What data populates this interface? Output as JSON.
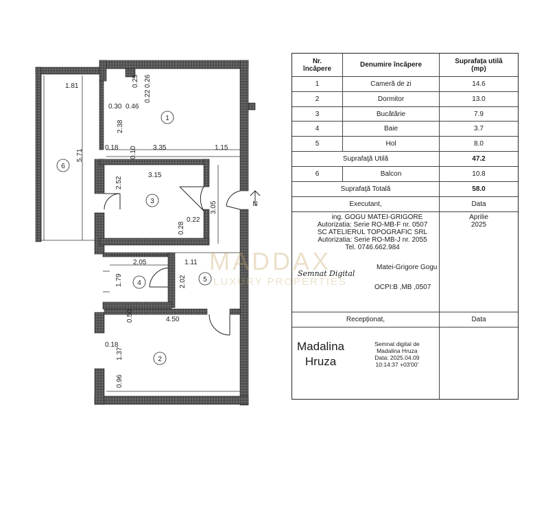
{
  "table": {
    "header": {
      "nr": "Nr.\nîncăpere",
      "name": "Denumire încăpere",
      "area": "Suprafața utilă\n(mp)"
    },
    "rooms": [
      {
        "nr": "1",
        "name": "Cameră de zi",
        "area": "14.6"
      },
      {
        "nr": "2",
        "name": "Dormitor",
        "area": "13.0"
      },
      {
        "nr": "3",
        "name": "Bucătărie",
        "area": "7.9"
      },
      {
        "nr": "4",
        "name": "Baie",
        "area": "3.7"
      },
      {
        "nr": "5",
        "name": "Hol",
        "area": "8.0"
      }
    ],
    "useful_label": "Suprafaţă Utilă",
    "useful_value": "47.2",
    "balcony": {
      "nr": "6",
      "name": "Balcon",
      "area": "10.8"
    },
    "total_label": "Suprafaţă Totală",
    "total_value": "58.0",
    "executant_label": "Executant,",
    "date_label": "Data",
    "executant_lines": [
      "ing. GOGU MATEI-GRIGORE",
      "Autorizatia: Serie RO-MB-F nr. 0507",
      "SC ATELIERUL TOPOGRAFIC SRL",
      "Autorizatia: Serie RO-MB-J nr. 2055",
      "Tel. 0746.662.984"
    ],
    "executant_date": "Aprilie\n2025",
    "signer_name": "Matei-Grigore Gogu",
    "signature_note": "Semnat Digital",
    "ocpi": "OCPI:B ,MB ,0507",
    "receptionat_label": "Recepționat,",
    "receptionat_date_label": "Data",
    "receiver_name": "Madalina\nHruza",
    "digital_sig": "Semnat digital de\nMadalina Hruza\nData: 2025.04.09\n10:14:37 +03'00'"
  },
  "plan": {
    "room_labels": [
      "1",
      "2",
      "3",
      "4",
      "5",
      "6"
    ],
    "dims": [
      "1.81",
      "0.25",
      "0.26",
      "0.22",
      "0.30",
      "0.46",
      "2.38",
      "0.18",
      "3.35",
      "1.15",
      "0.10",
      "5.71",
      "2.52",
      "3.15",
      "3.05",
      "0.22",
      "0.28",
      "2.05",
      "1.11",
      "1.79",
      "2.02",
      "0.50",
      "4.50",
      "0.18",
      "1.37",
      "0.96"
    ],
    "north_label": "N"
  },
  "watermark": {
    "brand": "MADDAX",
    "tagline": "LUXURY PROPERTIES"
  }
}
